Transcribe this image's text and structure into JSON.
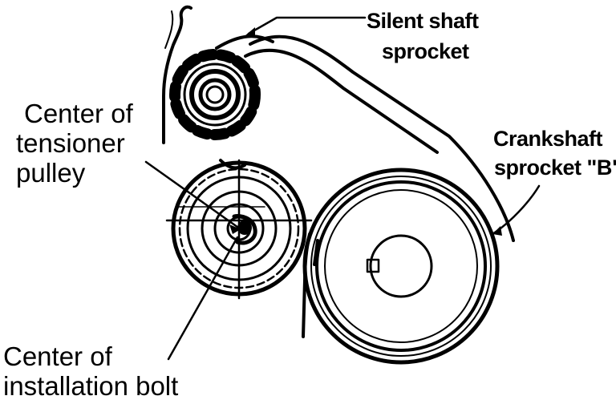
{
  "diagram": {
    "labels": {
      "silent_shaft_line1": "Silent shaft",
      "silent_shaft_line2": "sprocket",
      "crankshaft_line1": "Crankshaft",
      "crankshaft_line2": "sprocket \"B\"",
      "tensioner_line1": "Center of",
      "tensioner_line2": "tensioner",
      "tensioner_line3": "pulley",
      "bolt_line1": "Center of",
      "bolt_line2": "installation bolt"
    },
    "colors": {
      "ink": "#000000",
      "background": "#ffffff"
    }
  }
}
